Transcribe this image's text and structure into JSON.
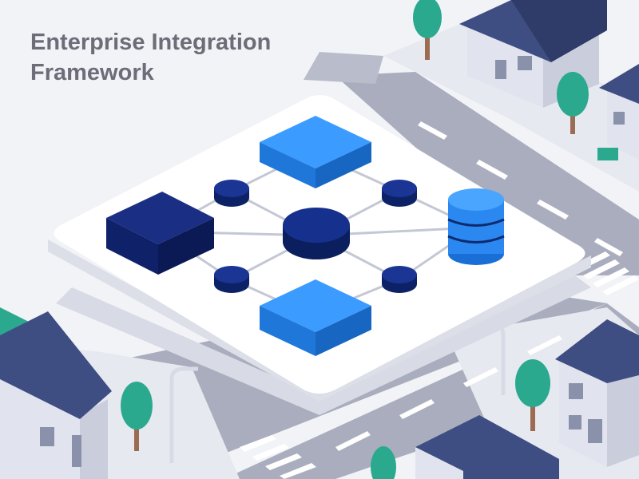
{
  "title_lines": [
    "Enterprise Integration",
    "Framework"
  ],
  "colors": {
    "background": "#f2f3f7",
    "title_text": "#6b6e78",
    "platform": "#ffffff",
    "road": "#a9adbd",
    "road_marking": "#ffffff",
    "dark_navy": "#142a78",
    "node_navy": "#163289",
    "bright_blue": "#2f8cf2",
    "connector_line": "#c4c8d4",
    "tree_teal": "#2aa98e",
    "roof_slate": "#3f4e82",
    "house_wall": "#e1e4ef"
  },
  "diagram": {
    "components": [
      {
        "id": "module-left",
        "shape": "dark-navy-block"
      },
      {
        "id": "module-top",
        "shape": "blue-block"
      },
      {
        "id": "module-bottom",
        "shape": "blue-block"
      },
      {
        "id": "core-hub",
        "shape": "navy-disc"
      },
      {
        "id": "node-nw",
        "shape": "small-navy-disc"
      },
      {
        "id": "node-ne",
        "shape": "small-navy-disc"
      },
      {
        "id": "node-sw",
        "shape": "small-navy-disc"
      },
      {
        "id": "node-se",
        "shape": "small-navy-disc"
      },
      {
        "id": "data-store",
        "shape": "blue-database-cylinder"
      }
    ],
    "connections": [
      [
        "node-nw",
        "core-hub"
      ],
      [
        "node-ne",
        "core-hub"
      ],
      [
        "node-sw",
        "core-hub"
      ],
      [
        "node-se",
        "core-hub"
      ],
      [
        "module-left",
        "core-hub"
      ],
      [
        "data-store",
        "core-hub"
      ],
      [
        "node-nw",
        "module-top"
      ],
      [
        "node-ne",
        "module-top"
      ],
      [
        "node-sw",
        "module-bottom"
      ],
      [
        "node-se",
        "module-bottom"
      ],
      [
        "module-left",
        "node-nw"
      ],
      [
        "module-left",
        "node-sw"
      ],
      [
        "data-store",
        "node-ne"
      ],
      [
        "data-store",
        "node-se"
      ]
    ]
  }
}
